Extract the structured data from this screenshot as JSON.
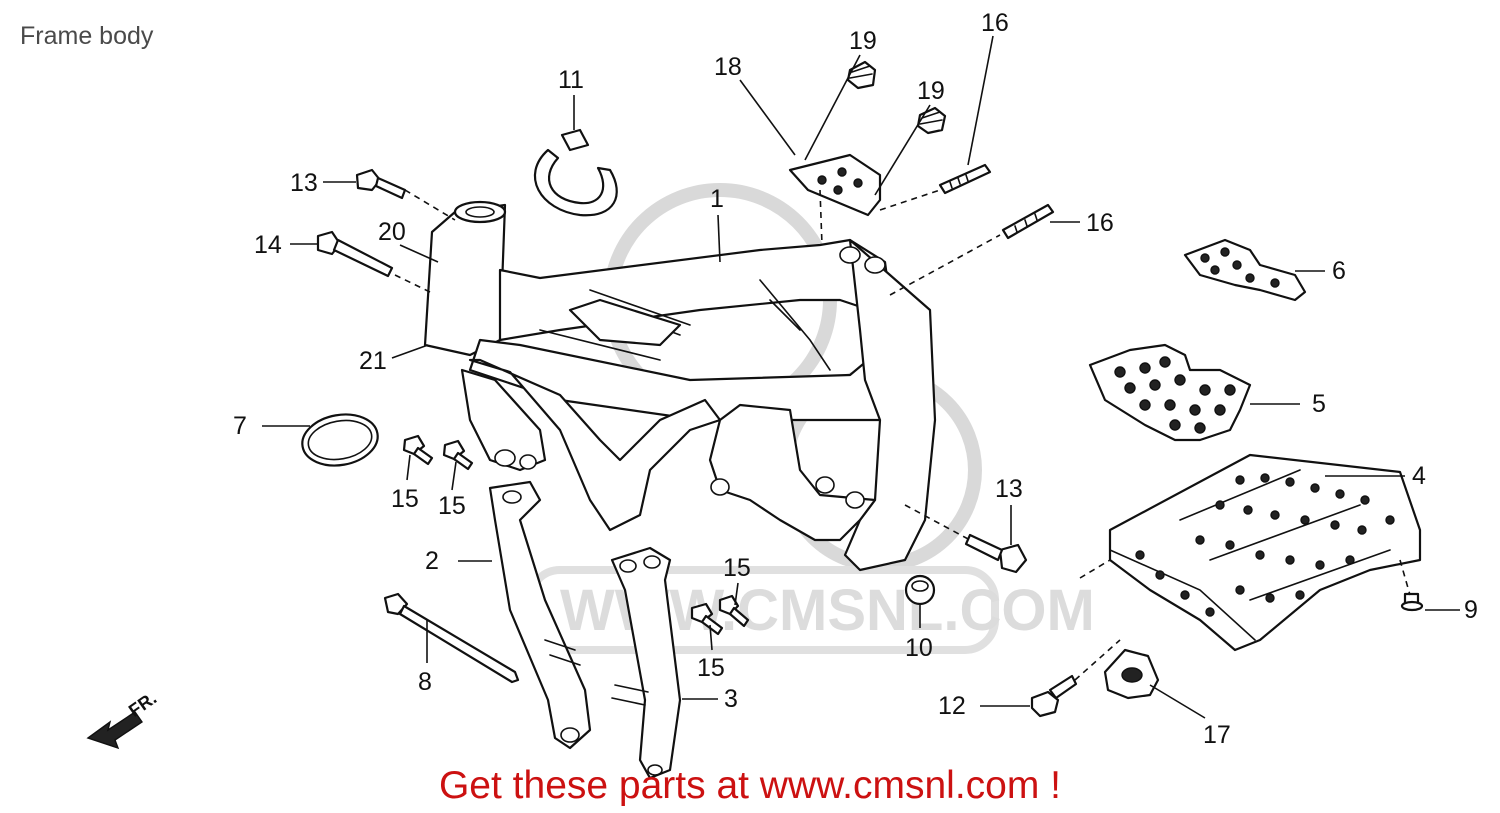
{
  "page": {
    "title": "Frame body",
    "promo": "Get these parts at www.cmsnl.com !"
  },
  "watermark": {
    "text": "WWW.CMSNL.COM"
  },
  "direction": {
    "label": "FR."
  },
  "callouts": [
    {
      "id": "c1",
      "label": "1"
    },
    {
      "id": "c2",
      "label": "2"
    },
    {
      "id": "c3",
      "label": "3"
    },
    {
      "id": "c4",
      "label": "4"
    },
    {
      "id": "c5",
      "label": "5"
    },
    {
      "id": "c6",
      "label": "6"
    },
    {
      "id": "c7",
      "label": "7"
    },
    {
      "id": "c8",
      "label": "8"
    },
    {
      "id": "c9",
      "label": "9"
    },
    {
      "id": "c10",
      "label": "10"
    },
    {
      "id": "c11",
      "label": "11"
    },
    {
      "id": "c12",
      "label": "12"
    },
    {
      "id": "c13a",
      "label": "13"
    },
    {
      "id": "c13b",
      "label": "13"
    },
    {
      "id": "c14",
      "label": "14"
    },
    {
      "id": "c15a",
      "label": "15"
    },
    {
      "id": "c15b",
      "label": "15"
    },
    {
      "id": "c15c",
      "label": "15"
    },
    {
      "id": "c15d",
      "label": "15"
    },
    {
      "id": "c16a",
      "label": "16"
    },
    {
      "id": "c16b",
      "label": "16"
    },
    {
      "id": "c17",
      "label": "17"
    },
    {
      "id": "c18",
      "label": "18"
    },
    {
      "id": "c19a",
      "label": "19"
    },
    {
      "id": "c19b",
      "label": "19"
    },
    {
      "id": "c20",
      "label": "20"
    },
    {
      "id": "c21",
      "label": "21"
    }
  ]
}
